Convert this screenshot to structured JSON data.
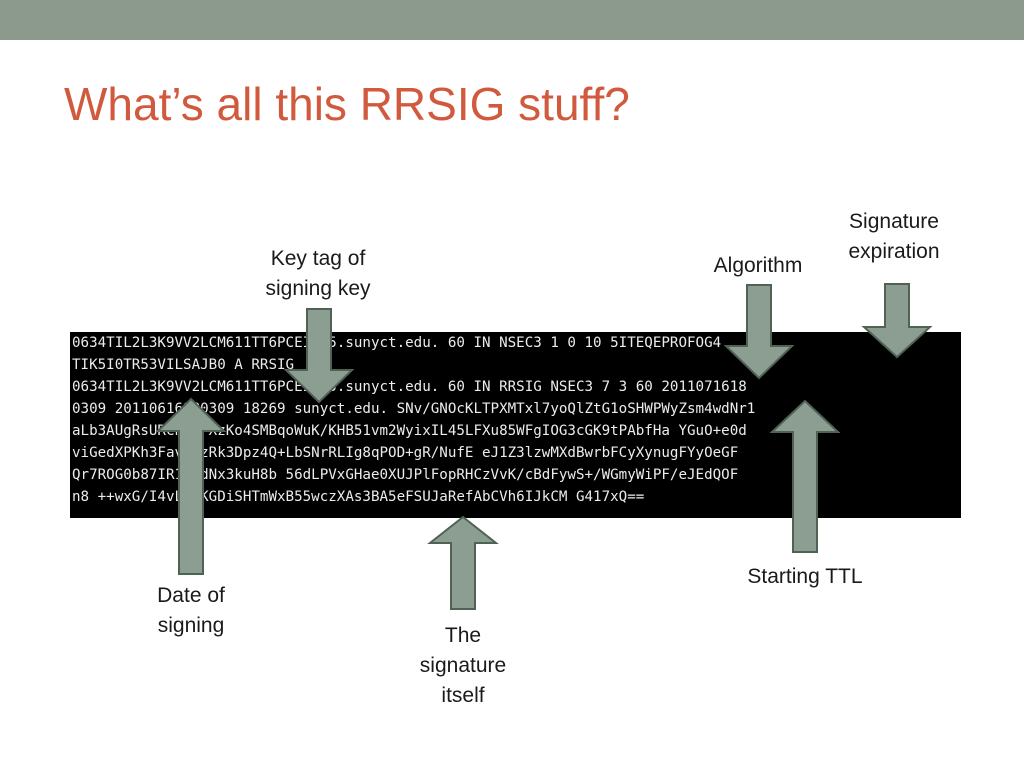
{
  "colors": {
    "top_bar": "#8b9a8c",
    "title": "#d15a3e",
    "terminal_bg": "#000000",
    "terminal_text": "#ececec",
    "arrow_fill": "#8c9e92",
    "arrow_stroke": "#4f6355"
  },
  "slide": {
    "title": "What’s all this RRSIG stuff?"
  },
  "terminal": {
    "lines": [
      "0634TIL2L3K9VV2LCM611TT6PCEI0M5.sunyct.edu. 60 IN NSEC3 1 0 10 5ITEQEPROFOG4",
      "TIK5I0TR53VILSAJB0 A RRSIG",
      "0634TIL2L3K9VV2LCM611TT6PCEI0M5.sunyct.edu. 60 IN RRSIG NSEC3 7 3 60 2011071618",
      "0309 20110616180309 18269 sunyct.edu. SNv/GNOcKLTPXMTxl7yoQlZtG1oSHWPWyZsm4wdNr1",
      "aLb3AUgRsURCh e/XzKo4SMBqoWuK/KHB51vm2WyixIL45LFXu85WFgIOG3cGK9tPAbfHa YGuO+e0d",
      "viGedXPKh3Fav2VzRk3Dpz4Q+LbSNrRLIg8qPOD+gR/NufE eJ1Z3lzwMXdBwrbFCyXynugFYyOeGF",
      "Qr7ROG0b87IR1/EdNx3kuH8b 56dLPVxGHae0XUJPlFopRHCzVvK/cBdFywS+/WGmyWiPF/eJEdQOF",
      "n8 ++wxG/I4vLbLKGDiSHTmWxB55wczXAs3BA5eFSUJaRefAbCVh6IJkCM G417xQ=="
    ]
  },
  "callouts": {
    "key_tag": [
      "Key tag of",
      "signing key"
    ],
    "algorithm": [
      "Algorithm"
    ],
    "expiration": [
      "Signature",
      "expiration"
    ],
    "date_of_signing": [
      "Date of",
      "signing"
    ],
    "signature": [
      "The",
      "signature",
      "itself"
    ],
    "starting_ttl": [
      "Starting TTL"
    ]
  }
}
